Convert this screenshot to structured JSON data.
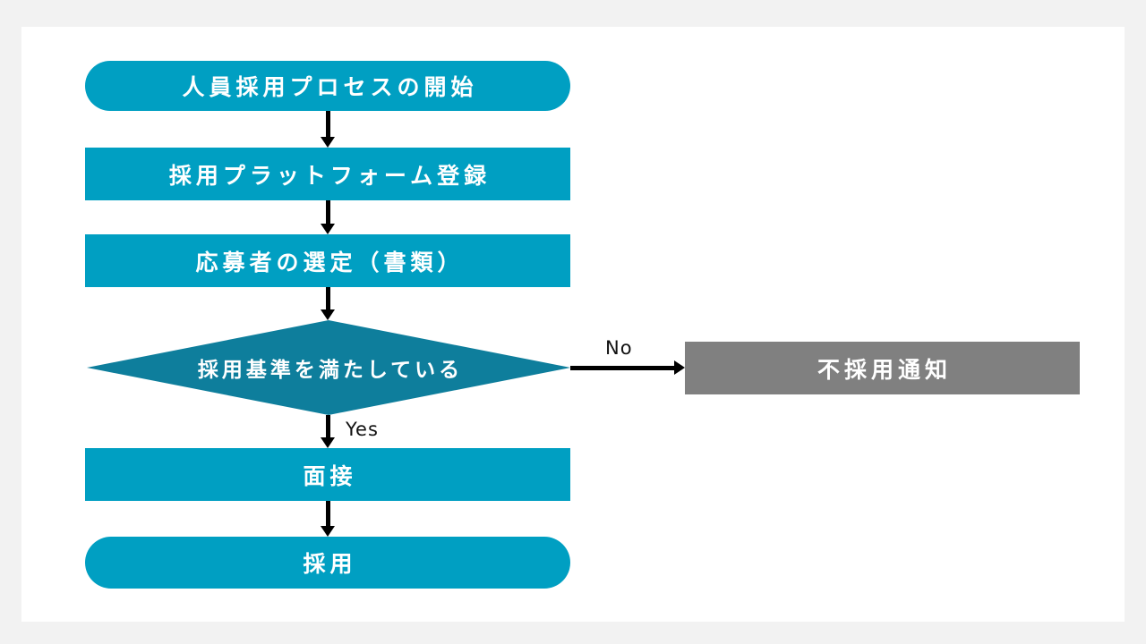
{
  "colors": {
    "page_background": "#f2f2f2",
    "card_background": "#ffffff",
    "process_fill": "#009fc2",
    "decision_fill": "#0e7e9c",
    "reject_fill": "#808080",
    "shape_text": "#ffffff",
    "arrow": "#000000",
    "edge_label_text": "#111111"
  },
  "flowchart": {
    "nodes": {
      "start": {
        "type": "terminator",
        "label": "人員採用プロセスの開始"
      },
      "register": {
        "type": "process",
        "label": "採用プラットフォーム登録"
      },
      "screening": {
        "type": "process",
        "label": "応募者の選定（書類）"
      },
      "decision": {
        "type": "decision",
        "label": "採用基準を満たしている"
      },
      "reject": {
        "type": "process",
        "label": "不採用通知"
      },
      "interview": {
        "type": "process",
        "label": "面接"
      },
      "hire": {
        "type": "terminator",
        "label": "採用"
      }
    },
    "edge_labels": {
      "yes": "Yes",
      "no": "No"
    }
  }
}
